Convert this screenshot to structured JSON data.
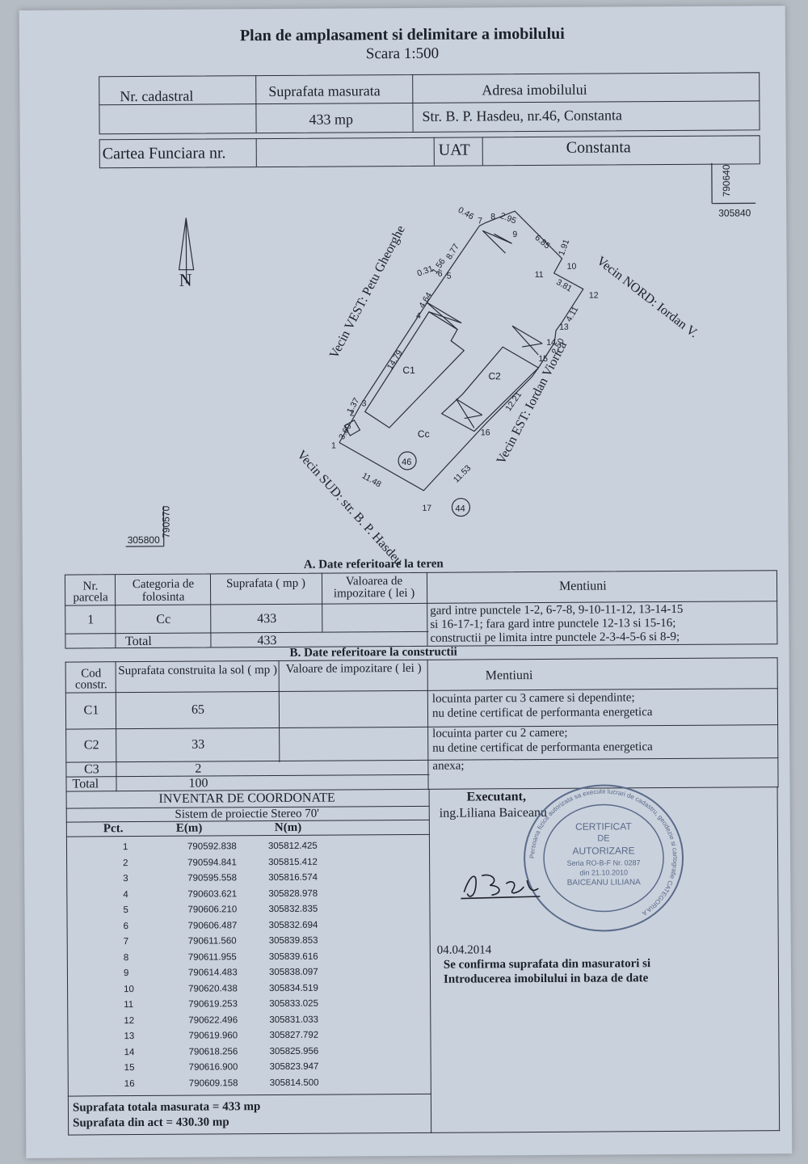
{
  "header": {
    "title": "Plan de amplasament si delimitare a imobilului",
    "scale": "Scara 1:500"
  },
  "cadastre": {
    "nr_label": "Nr. cadastral",
    "nr_value": "",
    "area_label": "Suprafata masurata",
    "area_value": "433 mp",
    "address_label": "Adresa imobilului",
    "address_value": "Str. B. P. Hasdeu, nr.46, Constanta",
    "cf_label": "Cartea Funciara nr.",
    "cf_value": "",
    "uat_label": "UAT",
    "uat_value": "Constanta"
  },
  "plan": {
    "grid_e_top": "790640",
    "grid_n_top": "305840",
    "grid_e_bottom": "790570",
    "grid_n_bottom": "305800",
    "north": "N",
    "vecin_vest": "Vecin VEST: Petu Gheorghe",
    "vecin_nord": "Vecin NORD: Iordan V.",
    "vecin_est": "Vecin EST: Iordan Viorica",
    "vecin_sud": "Vecin SUD: str. B. P. Hasdeu",
    "c1": "C1",
    "c2": "C2",
    "cc": "Cc",
    "house_nr": "46",
    "neighbour_nr": "44",
    "point_labels": [
      "1",
      "2",
      "3",
      "4",
      "5",
      "6",
      "7",
      "8",
      "9",
      "10",
      "11",
      "12",
      "13",
      "14",
      "15",
      "16",
      "17"
    ],
    "distances": [
      "0.46",
      "2.95",
      "6.85",
      "1.91",
      "3.81",
      "4.11",
      "2.50",
      "12.21",
      "11.53",
      "11.48",
      "3.60",
      "1.37",
      "14.79",
      "4.64",
      "0.31",
      "8.77",
      "1.56"
    ]
  },
  "teren": {
    "section_title": "A. Date referitoare la teren",
    "col_parcela": "Nr. parcela",
    "col_categoria": "Categoria de folosinta",
    "col_suprafata": "Suprafata ( mp )",
    "col_valoarea": "Valoarea de impozitare ( lei )",
    "col_mentiuni": "Mentiuni",
    "row_nr": "1",
    "row_cat": "Cc",
    "row_supr": "433",
    "total_label": "Total",
    "total_supr": "433",
    "mentiuni": [
      "gard intre punctele 1-2, 6-7-8, 9-10-11-12, 13-14-15",
      "si 16-17-1; fara gard intre punctele 12-13 si 15-16;",
      "constructii pe limita intre punctele 2-3-4-5-6 si 8-9;"
    ]
  },
  "constructii": {
    "section_title": "B. Date referitoare la constructii",
    "col_cod": "Cod constr.",
    "col_suprafata": "Suprafata construita la sol ( mp )",
    "col_valoare": "Valoare de impozitare ( lei )",
    "col_mentiuni": "Mentiuni",
    "rows": [
      {
        "cod": "C1",
        "supr": "65",
        "m1": "locuinta parter cu 3 camere si dependinte;",
        "m2": "nu detine certificat de performanta energetica"
      },
      {
        "cod": "C2",
        "supr": "33",
        "m1": "locuinta parter cu 2 camere;",
        "m2": "nu detine certificat de performanta energetica"
      },
      {
        "cod": "C3",
        "supr": "2",
        "m1": "anexa;",
        "m2": ""
      }
    ],
    "total_label": "Total",
    "total_supr": "100"
  },
  "inventar": {
    "title": "INVENTAR DE COORDONATE",
    "system": "Sistem de proiectie Stereo 70'",
    "col_pct": "Pct.",
    "col_e": "E(m)",
    "col_n": "N(m)",
    "rows": [
      {
        "p": "1",
        "e": "790592.838",
        "n": "305812.425"
      },
      {
        "p": "2",
        "e": "790594.841",
        "n": "305815.412"
      },
      {
        "p": "3",
        "e": "790595.558",
        "n": "305816.574"
      },
      {
        "p": "4",
        "e": "790603.621",
        "n": "305828.978"
      },
      {
        "p": "5",
        "e": "790606.210",
        "n": "305832.835"
      },
      {
        "p": "6",
        "e": "790606.487",
        "n": "305832.694"
      },
      {
        "p": "7",
        "e": "790611.560",
        "n": "305839.853"
      },
      {
        "p": "8",
        "e": "790611.955",
        "n": "305839.616"
      },
      {
        "p": "9",
        "e": "790614.483",
        "n": "305838.097"
      },
      {
        "p": "10",
        "e": "790620.438",
        "n": "305834.519"
      },
      {
        "p": "11",
        "e": "790619.253",
        "n": "305833.025"
      },
      {
        "p": "12",
        "e": "790622.496",
        "n": "305831.033"
      },
      {
        "p": "13",
        "e": "790619.960",
        "n": "305827.792"
      },
      {
        "p": "14",
        "e": "790618.256",
        "n": "305825.956"
      },
      {
        "p": "15",
        "e": "790616.900",
        "n": "305823.947"
      },
      {
        "p": "16",
        "e": "790609.158",
        "n": "305814.500"
      }
    ],
    "total_masurata": "Suprafata totala masurata = 433 mp",
    "total_act": "Suprafata din act = 430.30 mp"
  },
  "executant": {
    "label": "Executant,",
    "name": "ing.Liliana Baiceanu",
    "stamp_line1": "CERTIFICAT",
    "stamp_line2": "DE",
    "stamp_line3": "AUTORIZARE",
    "stamp_line4": "Seria RO-B-F Nr. 0287",
    "stamp_line5": "din 21.10.2010",
    "stamp_line6": "BAICEANU LILIANA",
    "stamp_ring": "Persoana fizica autorizata sa execute lucrari de cadastru, geodezie si cartografie CATEGORIA A",
    "date": "04.04.2014",
    "confirm1": "Se confirma suprafata din masuratori si",
    "confirm2": "Introducerea imobilului in baza de date"
  },
  "colors": {
    "paper": "#c9d1dc",
    "ink": "#1c2028",
    "stamp": "#5a6a8a"
  }
}
